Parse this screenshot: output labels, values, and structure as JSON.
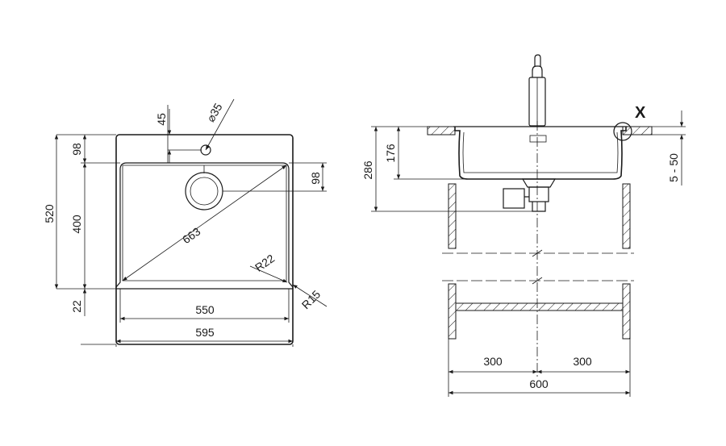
{
  "top_view": {
    "faucet_hole_offset": "45",
    "faucet_hole_diameter": "⌀35",
    "rim_front": "98",
    "drain_offset": "98",
    "overall_depth": "520",
    "bowl_depth": "400",
    "front_rim": "22",
    "diagonal": "663",
    "inner_radius": "R22",
    "outer_radius": "R15",
    "bowl_width": "550",
    "overall_width": "595"
  },
  "section_view": {
    "detail_marker": "X",
    "overall_height": "286",
    "bowl_height": "176",
    "worktop_thickness": "5 - 50",
    "cabinet_half_left": "300",
    "cabinet_half_right": "300",
    "cabinet_width": "600"
  }
}
